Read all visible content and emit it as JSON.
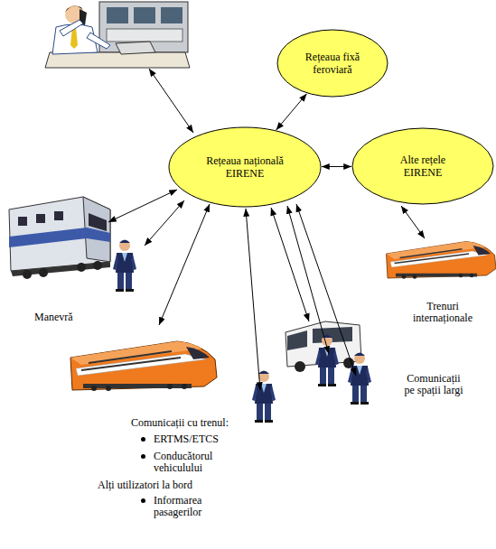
{
  "diagram": {
    "nodes": [
      {
        "text": [
          "Rețeaua fixă feroviară"
        ]
      },
      {
        "text": [
          "Rețeaua națională EIRENE"
        ]
      },
      {
        "text": [
          "Alte rețele EIRENE"
        ]
      }
    ],
    "edges": [
      {
        "from": 1,
        "to": 0,
        "arrow": "both"
      },
      {
        "from": 1,
        "to": 2,
        "arrow": "both"
      }
    ],
    "labels": [
      "Manevră",
      "Trenuri internaționale",
      "Comunicații pe spații largi",
      "Comunicații cu trenul:",
      "ERTMS/ETCS",
      "Conducătorul vehiculului",
      "Alți utilizatori la bord",
      "Informarea pasagerilor"
    ]
  }
}
